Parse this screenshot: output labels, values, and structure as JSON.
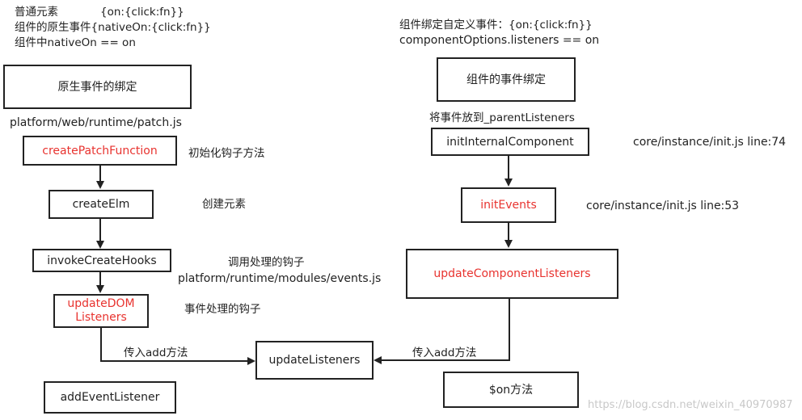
{
  "left": {
    "note_line1_a": "普通元素",
    "note_line1_b": "{on:{click:fn}}",
    "note_line2": "组件的原生事件{nativeOn:{click:fn}}",
    "note_line3": "组件中nativeOn == on",
    "root_box": "原生事件的绑定",
    "path_label": "platform/web/runtime/patch.js",
    "create_patch": "createPatchFunction",
    "create_patch_note": "初始化钩子方法",
    "create_elm": "createElm",
    "create_elm_note": "创建元素",
    "invoke_hooks": "invokeCreateHooks",
    "invoke_note1": "调用处理的钩子",
    "invoke_note2": "platform/runtime/modules/events.js",
    "update_dom_1": "updateDOM",
    "update_dom_2": "Listeners",
    "update_dom_note": "事件处理的钩子",
    "pass_add": "传入add方法",
    "add_event_listener": "addEventListener"
  },
  "center": {
    "update_listeners": "updateListeners"
  },
  "right": {
    "note_line1": "组件绑定自定义事件：{on:{click:fn}}",
    "note_line2": "componentOptions.listeners == on",
    "root_box": "组件的事件绑定",
    "parent_listeners_note": "将事件放到_parentListeners",
    "init_internal": "initInternalComponent",
    "init_internal_note": "core/instance/init.js  line:74",
    "init_events": "initEvents",
    "init_events_note": "core/instance/init.js  line:53",
    "update_component_listeners": "updateComponentListeners",
    "pass_add": "传入add方法",
    "on_method": "$on方法"
  },
  "watermark": "https://blog.csdn.net/weixin_40970987",
  "colors": {
    "highlight": "#e8332f",
    "line": "#222222"
  }
}
